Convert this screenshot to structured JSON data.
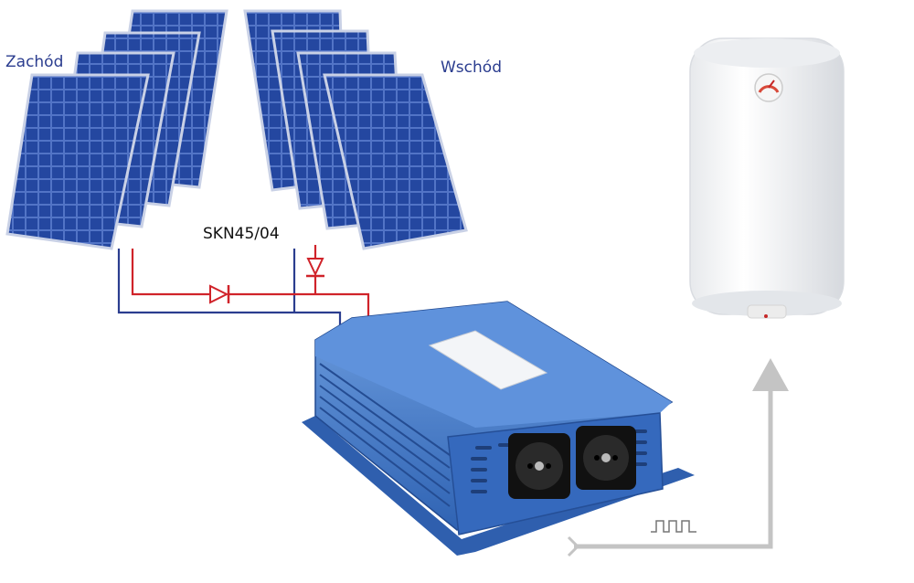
{
  "labels": {
    "west": "Zachód",
    "east": "Wschód",
    "controller_model": "SKN45/04"
  },
  "colors": {
    "panel_blue": "#1f3b8f",
    "wire_positive": "#d0232a",
    "wire_negative": "#2b3d8f",
    "inverter_blue": "#3d78c8",
    "signal_arrow": "#c4c4c4"
  },
  "icons": [
    "solar-panel-icon",
    "diode-icon",
    "inverter-icon",
    "socket-icon",
    "water-heater-icon",
    "square-wave-icon",
    "arrow-up-icon"
  ]
}
